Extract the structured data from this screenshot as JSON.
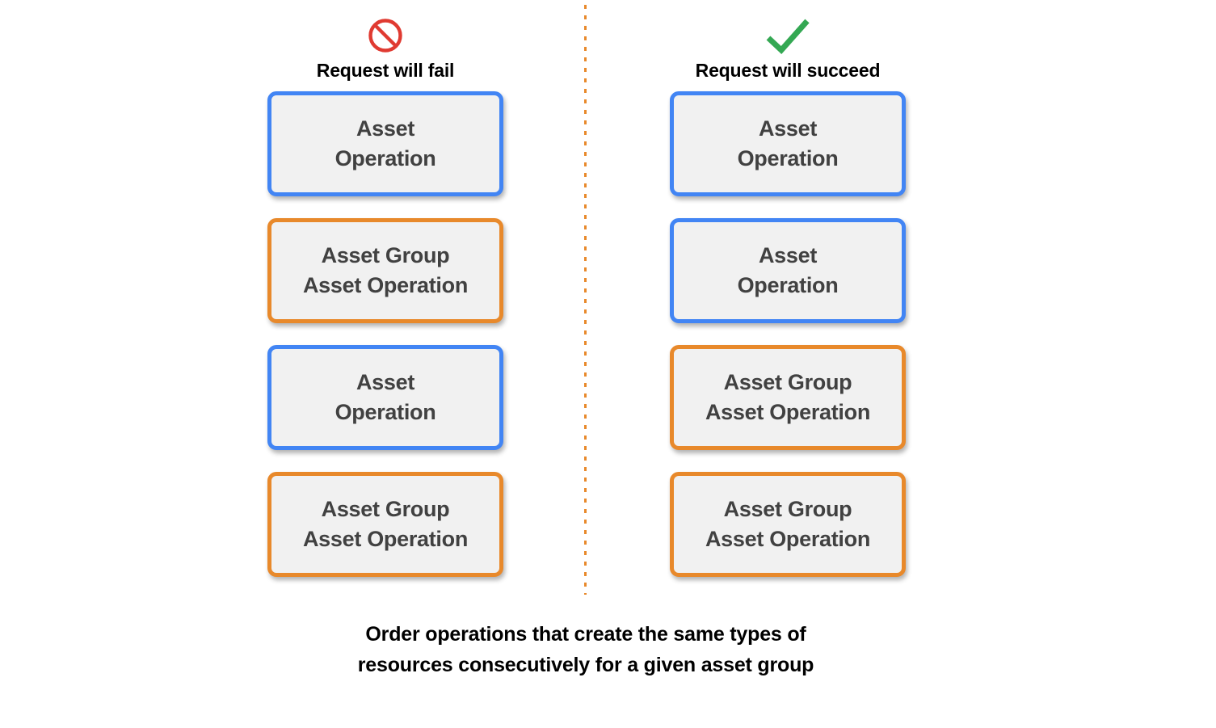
{
  "diagram": {
    "caption": "Order operations that create the same types of\nresources consecutively for a given asset group",
    "divider": {
      "name": "vertical-dotted-divider",
      "color": "#e8892b",
      "style": "dotted"
    },
    "colors": {
      "blue_border": "#4285f4",
      "orange_border": "#e8892b",
      "card_fill": "#f1f1f1",
      "card_text": "#414141",
      "fail_icon": "#e03a31",
      "succeed_icon": "#34a853",
      "background": "#ffffff"
    },
    "columns": [
      {
        "id": "fail",
        "icon": "prohibition-sign-icon",
        "icon_color": "#e03a31",
        "label": "Request will fail",
        "cards": [
          {
            "type": "blue",
            "text": "Asset\nOperation"
          },
          {
            "type": "orange",
            "text": "Asset Group\nAsset Operation"
          },
          {
            "type": "blue",
            "text": "Asset\nOperation"
          },
          {
            "type": "orange",
            "text": "Asset Group\nAsset Operation"
          }
        ]
      },
      {
        "id": "succeed",
        "icon": "checkmark-icon",
        "icon_color": "#34a853",
        "label": "Request will succeed",
        "cards": [
          {
            "type": "blue",
            "text": "Asset\nOperation"
          },
          {
            "type": "blue",
            "text": "Asset\nOperation"
          },
          {
            "type": "orange",
            "text": "Asset Group\nAsset Operation"
          },
          {
            "type": "orange",
            "text": "Asset Group\nAsset Operation"
          }
        ]
      }
    ]
  }
}
